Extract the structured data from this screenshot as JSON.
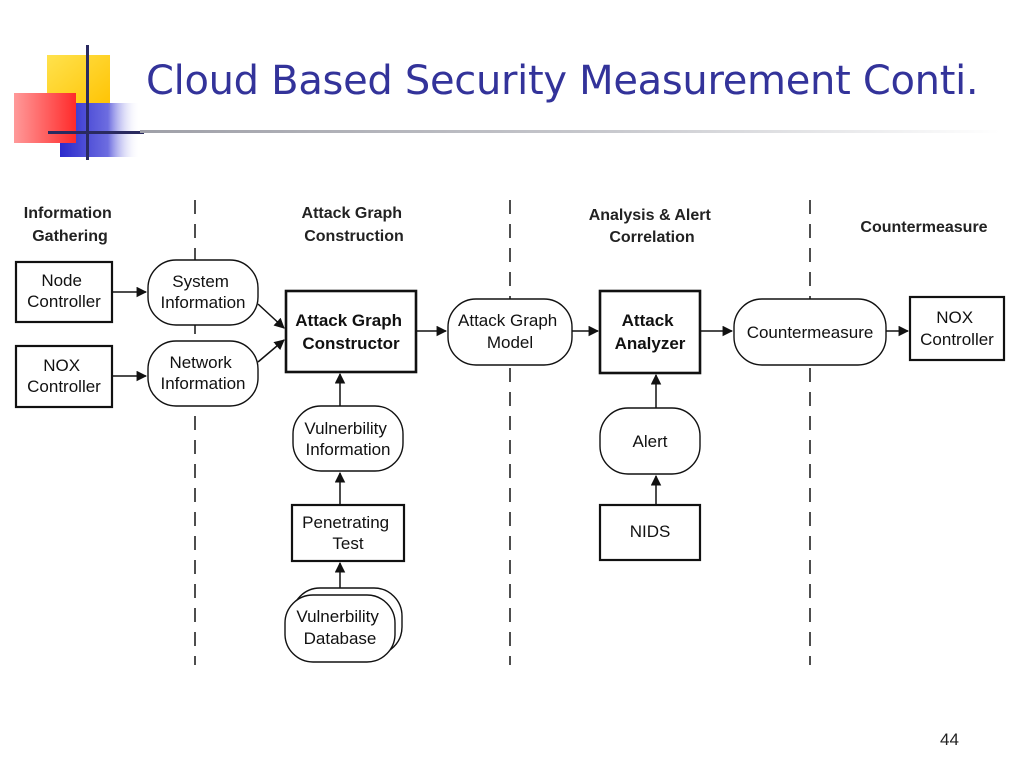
{
  "slide": {
    "title": "Cloud Based Security Measurement Conti.",
    "page_number": "44",
    "accent_colors": {
      "title": "#33339a",
      "logo_yellow": "#ffcc00",
      "logo_red": "#ff3a3a",
      "logo_blue": "#3333cc"
    }
  },
  "diagram": {
    "stages": {
      "info_gathering": [
        "Information",
        "Gathering"
      ],
      "attack_graph_construction": [
        "Attack Graph",
        "Construction"
      ],
      "analysis_alert": [
        "Analysis & Alert",
        "Correlation"
      ],
      "countermeasure": [
        "Countermeasure"
      ]
    },
    "nodes": {
      "node_controller": [
        "Node",
        "Controller"
      ],
      "nox_controller_left": [
        "NOX",
        "Controller"
      ],
      "system_information": [
        "System",
        "Information"
      ],
      "network_information": [
        "Network",
        "Information"
      ],
      "attack_graph_constructor": [
        "Attack Graph",
        "Constructor"
      ],
      "vulnerbility_information": [
        "Vulnerbility",
        "Information"
      ],
      "penetrating_test": [
        "Penetrating",
        "Test"
      ],
      "vulnerbility_database": [
        "Vulnerbility",
        "Database"
      ],
      "attack_graph_model": [
        "Attack Graph",
        "Model"
      ],
      "attack_analyzer": [
        "Attack",
        "Analyzer"
      ],
      "alert": [
        "Alert"
      ],
      "nids": [
        "NIDS"
      ],
      "countermeasure": [
        "Countermeasure"
      ],
      "nox_controller_right": [
        "NOX",
        "Controller"
      ]
    }
  }
}
